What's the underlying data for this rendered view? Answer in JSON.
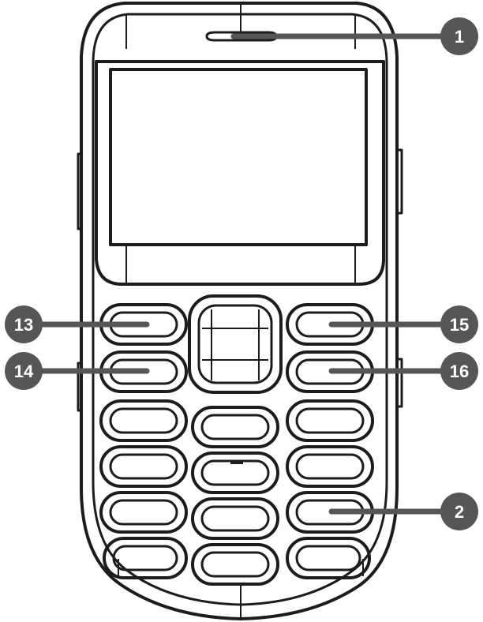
{
  "colors": {
    "line": "#1c1c1c",
    "callout": "#565656",
    "callout_text": "#ffffff",
    "background": "#ffffff"
  },
  "callouts": [
    {
      "label": "1",
      "target": "earpiece"
    },
    {
      "label": "13",
      "target": "key-left-1"
    },
    {
      "label": "14",
      "target": "key-left-2"
    },
    {
      "label": "15",
      "target": "key-right-1"
    },
    {
      "label": "16",
      "target": "key-right-2"
    },
    {
      "label": "2",
      "target": "keypad"
    }
  ]
}
